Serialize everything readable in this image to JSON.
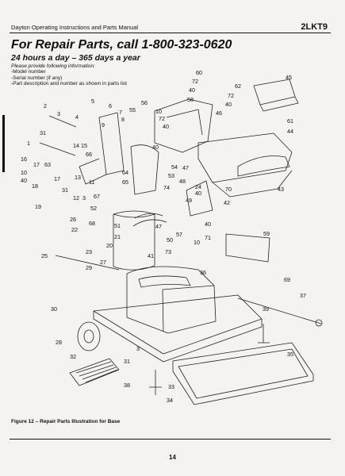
{
  "header": {
    "left": "Dayton Operating Instructions and Parts Manual",
    "right": "2LKT9"
  },
  "title": "For Repair Parts, call 1-800-323-0620",
  "subtitle": "24 hours a day – 365 days a year",
  "info_lines": [
    "Please provide following information:",
    "-Model number",
    "-Serial number (if any)",
    "-Part description and number as shown in parts list"
  ],
  "callouts": [
    {
      "id": "c60",
      "text": "60"
    },
    {
      "id": "c72a",
      "text": "72"
    },
    {
      "id": "c40a",
      "text": "40"
    },
    {
      "id": "c58",
      "text": "58"
    },
    {
      "id": "c62",
      "text": "62"
    },
    {
      "id": "c45",
      "text": "45"
    },
    {
      "id": "c72b",
      "text": "72"
    },
    {
      "id": "c40b",
      "text": "40"
    },
    {
      "id": "c61",
      "text": "61"
    },
    {
      "id": "c44",
      "text": "44"
    },
    {
      "id": "c2",
      "text": "2"
    },
    {
      "id": "c3a",
      "text": "3"
    },
    {
      "id": "c4",
      "text": "4"
    },
    {
      "id": "c5",
      "text": "5"
    },
    {
      "id": "c6",
      "text": "6"
    },
    {
      "id": "c7",
      "text": "7"
    },
    {
      "id": "c8",
      "text": "8"
    },
    {
      "id": "c55",
      "text": "55"
    },
    {
      "id": "c56",
      "text": "56"
    },
    {
      "id": "c10a",
      "text": "10"
    },
    {
      "id": "c72c",
      "text": "72"
    },
    {
      "id": "c40c",
      "text": "40"
    },
    {
      "id": "c46",
      "text": "46"
    },
    {
      "id": "c9",
      "text": "9"
    },
    {
      "id": "c31a",
      "text": "31"
    },
    {
      "id": "c1",
      "text": "1"
    },
    {
      "id": "c14",
      "text": "14"
    },
    {
      "id": "c15",
      "text": "15"
    },
    {
      "id": "c66",
      "text": "66"
    },
    {
      "id": "c40d",
      "text": "40"
    },
    {
      "id": "c16",
      "text": "16"
    },
    {
      "id": "c17a",
      "text": "17"
    },
    {
      "id": "c63",
      "text": "63"
    },
    {
      "id": "c10b",
      "text": "10"
    },
    {
      "id": "c40e",
      "text": "40"
    },
    {
      "id": "c18",
      "text": "18"
    },
    {
      "id": "c17b",
      "text": "17"
    },
    {
      "id": "c31b",
      "text": "31"
    },
    {
      "id": "c13",
      "text": "13"
    },
    {
      "id": "c11",
      "text": "11"
    },
    {
      "id": "c64",
      "text": "64"
    },
    {
      "id": "c65",
      "text": "65"
    },
    {
      "id": "c12",
      "text": "12"
    },
    {
      "id": "c3b",
      "text": "3"
    },
    {
      "id": "c67",
      "text": "67"
    },
    {
      "id": "c54",
      "text": "54"
    },
    {
      "id": "c53",
      "text": "53"
    },
    {
      "id": "c47",
      "text": "47"
    },
    {
      "id": "c48",
      "text": "48"
    },
    {
      "id": "c24",
      "text": "24"
    },
    {
      "id": "c40f",
      "text": "40"
    },
    {
      "id": "c70",
      "text": "70"
    },
    {
      "id": "c74",
      "text": "74"
    },
    {
      "id": "c43",
      "text": "43"
    },
    {
      "id": "c19",
      "text": "19"
    },
    {
      "id": "c52",
      "text": "52"
    },
    {
      "id": "c49",
      "text": "49"
    },
    {
      "id": "c42",
      "text": "42"
    },
    {
      "id": "c26",
      "text": "26"
    },
    {
      "id": "c68",
      "text": "68"
    },
    {
      "id": "c51",
      "text": "51"
    },
    {
      "id": "c47b",
      "text": "47"
    },
    {
      "id": "c57",
      "text": "57"
    },
    {
      "id": "c22",
      "text": "22"
    },
    {
      "id": "c21",
      "text": "21"
    },
    {
      "id": "c50",
      "text": "50"
    },
    {
      "id": "c20",
      "text": "20"
    },
    {
      "id": "c73",
      "text": "73"
    },
    {
      "id": "c40g",
      "text": "40"
    },
    {
      "id": "c71",
      "text": "71"
    },
    {
      "id": "c10c",
      "text": "10"
    },
    {
      "id": "c59",
      "text": "59"
    },
    {
      "id": "c25",
      "text": "25"
    },
    {
      "id": "c23",
      "text": "23"
    },
    {
      "id": "c27",
      "text": "27"
    },
    {
      "id": "c41",
      "text": "41"
    },
    {
      "id": "c29",
      "text": "29"
    },
    {
      "id": "c36",
      "text": "36"
    },
    {
      "id": "c69",
      "text": "69"
    },
    {
      "id": "c37",
      "text": "37"
    },
    {
      "id": "c30",
      "text": "30"
    },
    {
      "id": "c39",
      "text": "39"
    },
    {
      "id": "c28",
      "text": "28"
    },
    {
      "id": "c32",
      "text": "32"
    },
    {
      "id": "c35",
      "text": "35"
    },
    {
      "id": "c3c",
      "text": "3"
    },
    {
      "id": "c31c",
      "text": "31"
    },
    {
      "id": "c38",
      "text": "38"
    },
    {
      "id": "c33",
      "text": "33"
    },
    {
      "id": "c34",
      "text": "34"
    }
  ],
  "figure_caption": "Figure 12 – Repair Parts Illustration for Base",
  "page_number": "14"
}
